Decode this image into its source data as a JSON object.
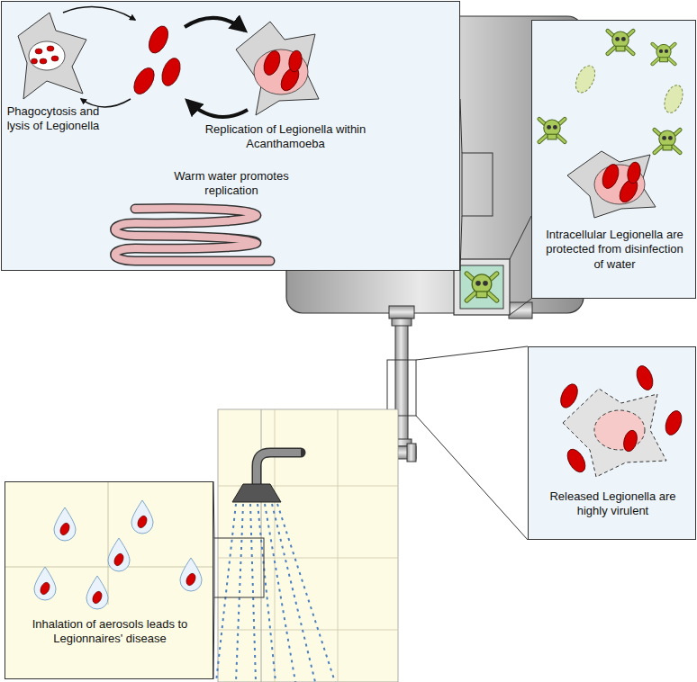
{
  "diagram": {
    "nodes": [
      {
        "text": [
          "Phagocytosis and lysis of Legionella",
          "Replication of Legionella within Acanthamoeba",
          "Warm water promotes replication"
        ]
      },
      {
        "text": [
          "Intracellular Legionella are protected from disinfection of water"
        ]
      },
      {
        "text": [
          "Released Legionella are highly virulent"
        ]
      },
      {
        "text": [
          "Inhalation of aerosols leads to Legionnaires' disease"
        ]
      }
    ]
  }
}
